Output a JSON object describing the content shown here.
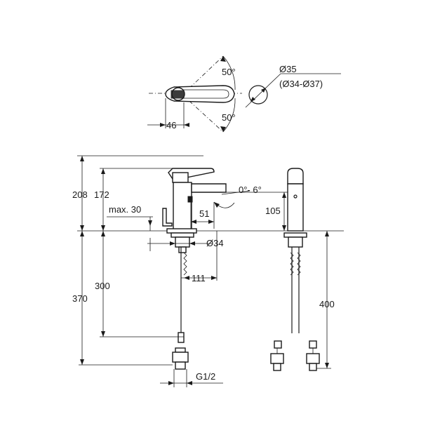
{
  "dimensions": {
    "top_view": {
      "angle_upper": "50°",
      "angle_lower": "50°",
      "width": "46"
    },
    "hole": {
      "diameter": "Ø35",
      "diameter_range": "(Ø34-Ø37)"
    },
    "side_view": {
      "height_total": "208",
      "height_spout": "172",
      "tilt": "0°- 6°",
      "max_height": "max. 30",
      "spout_reach": "51",
      "side_height": "105",
      "base_diameter": "Ø34",
      "hose_length": "300",
      "overall_length": "370",
      "projection": "111",
      "thread": "G1/2",
      "supply_length": "400"
    }
  }
}
